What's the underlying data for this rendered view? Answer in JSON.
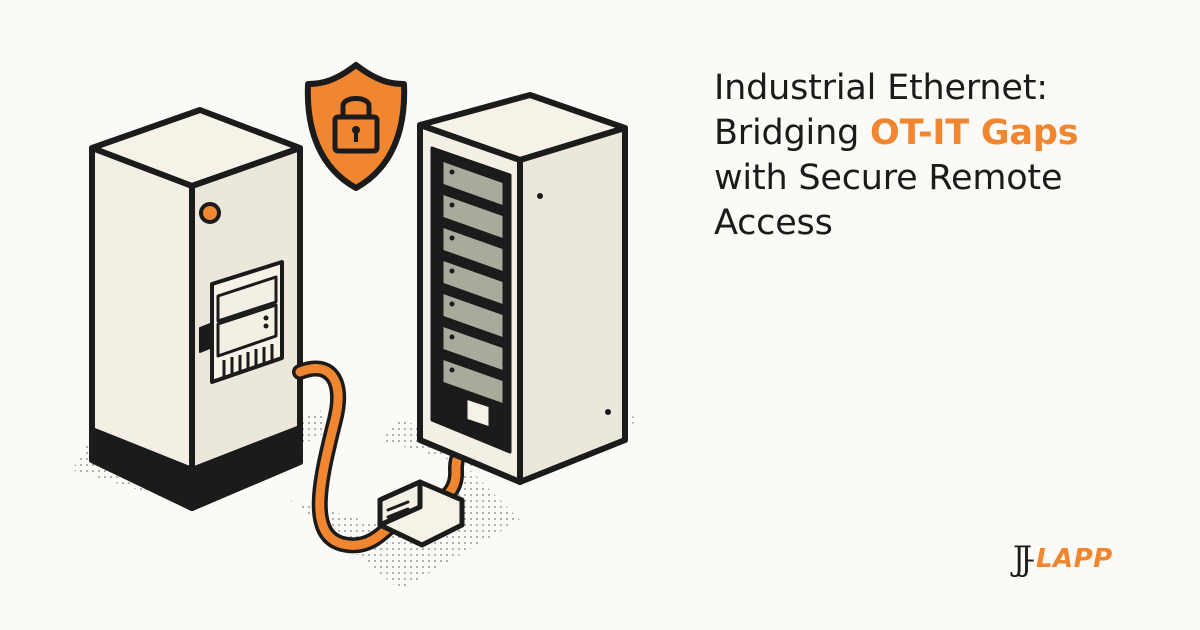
{
  "headline": {
    "line1": "Industrial Ethernet:",
    "line2_prefix": "Bridging ",
    "line2_accent": "OT-IT Gaps",
    "line3": "with Secure Remote",
    "line4": "Access"
  },
  "logo": {
    "part1": "JJ",
    "separator": "-",
    "part2": "LAPP"
  },
  "colors": {
    "accent": "#f0862f",
    "outline": "#1b1b1b",
    "cabinet": "#f3efe4",
    "rack_slot": "#a9a99c",
    "background": "#fbfaf6"
  },
  "icons": [
    "shield-lock-icon",
    "ethernet-cable-icon",
    "control-cabinet-icon",
    "server-rack-icon"
  ]
}
